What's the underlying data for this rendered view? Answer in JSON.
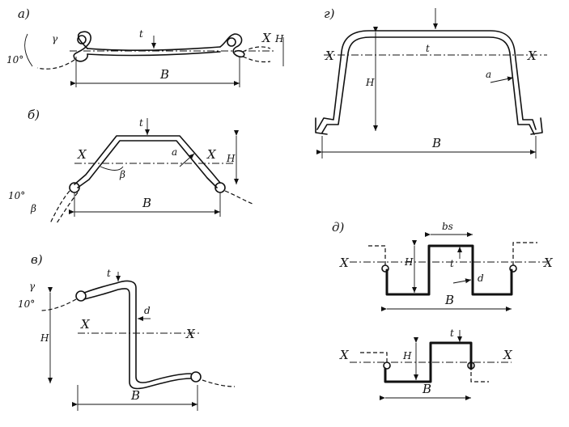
{
  "panels": {
    "a": {
      "tag": "а)",
      "B": "B",
      "t": "t",
      "H": "H",
      "X": "X",
      "angle": "10°",
      "gamma": "γ"
    },
    "b": {
      "tag": "б)",
      "B": "B",
      "t": "t",
      "a": "a",
      "beta": "β",
      "H": "H",
      "X": "X",
      "angle": "10°"
    },
    "v": {
      "tag": "в)",
      "B": "B",
      "t": "t",
      "d": "d",
      "H": "H",
      "X": "X",
      "angle": "10°",
      "gamma": "γ"
    },
    "g": {
      "tag": "г)",
      "B": "B",
      "t": "t",
      "a": "a",
      "H": "H",
      "X": "X"
    },
    "d": {
      "tag": "д)",
      "B": "B",
      "t": "t",
      "H": "H",
      "bs": "bs",
      "d": "d",
      "X": "X"
    }
  }
}
